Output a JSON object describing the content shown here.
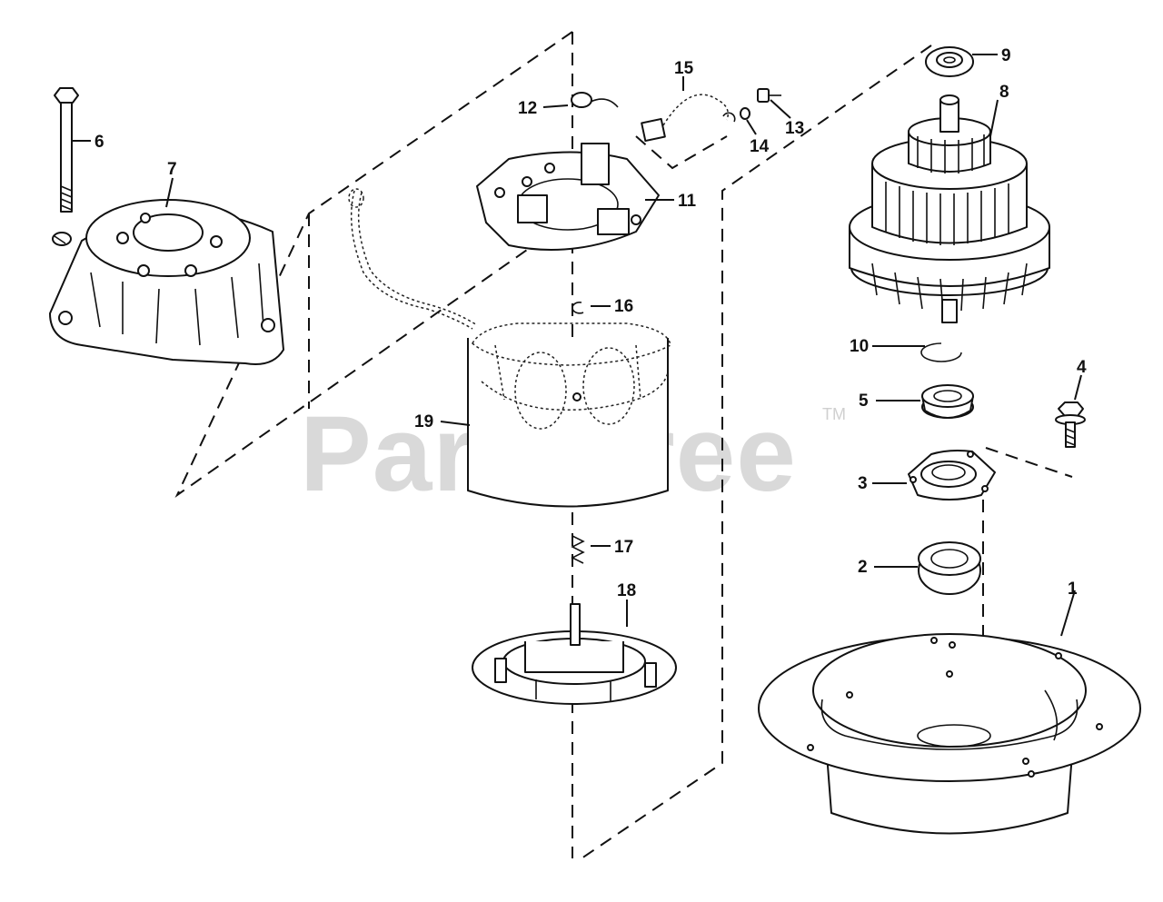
{
  "watermark": {
    "text": "PartsTree",
    "trademark": "TM"
  },
  "callouts": {
    "n1": "1",
    "n2": "2",
    "n3": "3",
    "n4": "4",
    "n5": "5",
    "n6": "6",
    "n7": "7",
    "n8": "8",
    "n9": "9",
    "n10": "10",
    "n11": "11",
    "n12": "12",
    "n13": "13",
    "n14": "14",
    "n15": "15",
    "n16": "16",
    "n17": "17",
    "n18": "18",
    "n19": "19"
  }
}
